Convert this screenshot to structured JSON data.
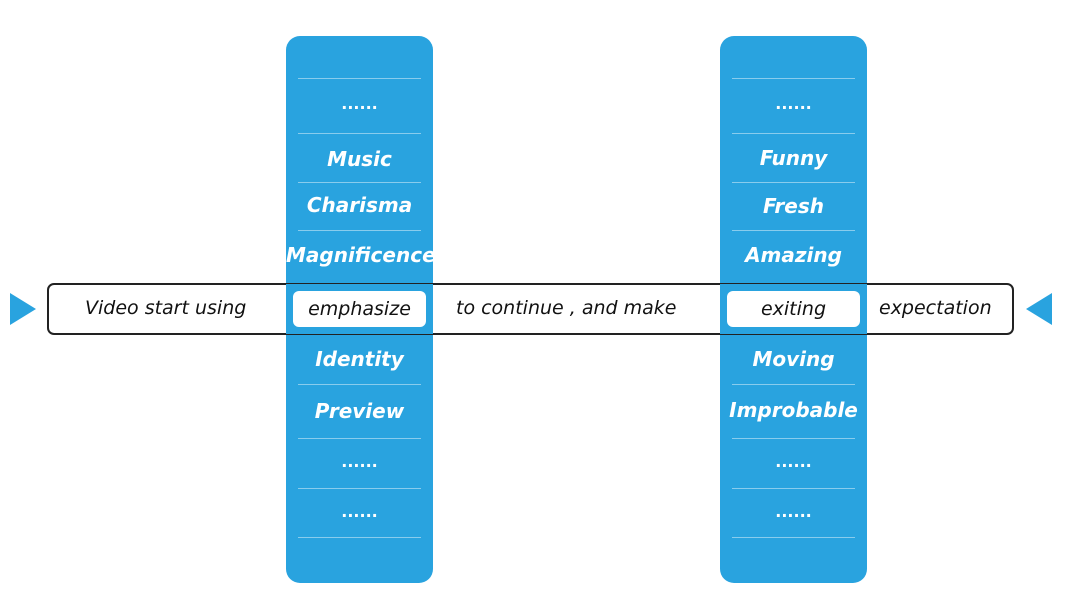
{
  "colors": {
    "accent": "#29a3df",
    "text": "#111111",
    "border": "#222222"
  },
  "sentence": {
    "part1": "Video start using",
    "slot1": "emphasize",
    "part2": "to continue , and make",
    "slot2": "exiting",
    "part3": "expectation"
  },
  "left_column": {
    "top_dots": "......",
    "above": [
      "Music",
      "Charisma",
      "Magnificence"
    ],
    "below": [
      "Identity",
      "Preview"
    ],
    "bottom_dots": [
      "......",
      "......"
    ]
  },
  "right_column": {
    "top_dots": "......",
    "above": [
      "Funny",
      "Fresh",
      "Amazing"
    ],
    "below": [
      "Moving",
      "Improbable"
    ],
    "bottom_dots": [
      "......",
      "......"
    ]
  },
  "icons": {
    "left_arrow": "triangle-right-icon",
    "right_arrow": "triangle-left-icon"
  }
}
